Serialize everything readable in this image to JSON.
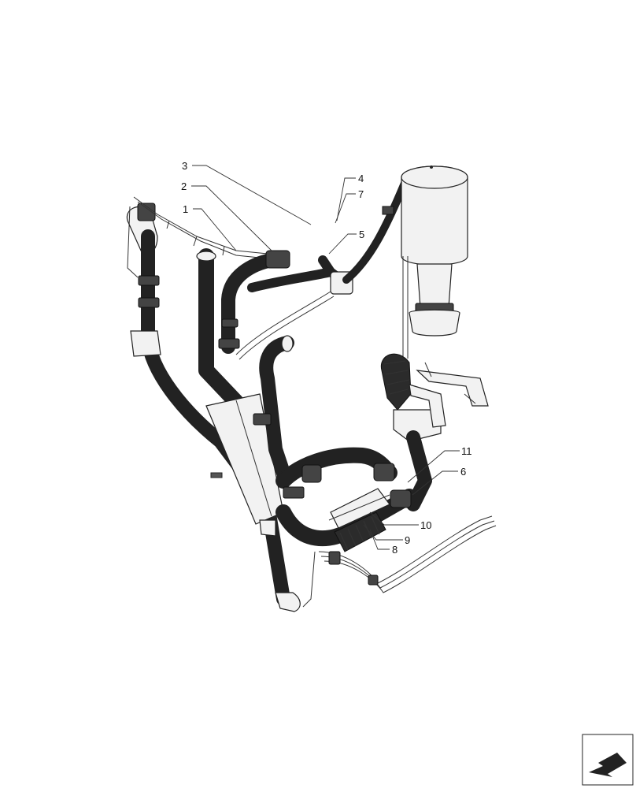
{
  "callouts": [
    "1",
    "2",
    "3",
    "4",
    "5",
    "6",
    "7",
    "8",
    "9",
    "10",
    "11"
  ],
  "nav_icon": "arrow-icon"
}
